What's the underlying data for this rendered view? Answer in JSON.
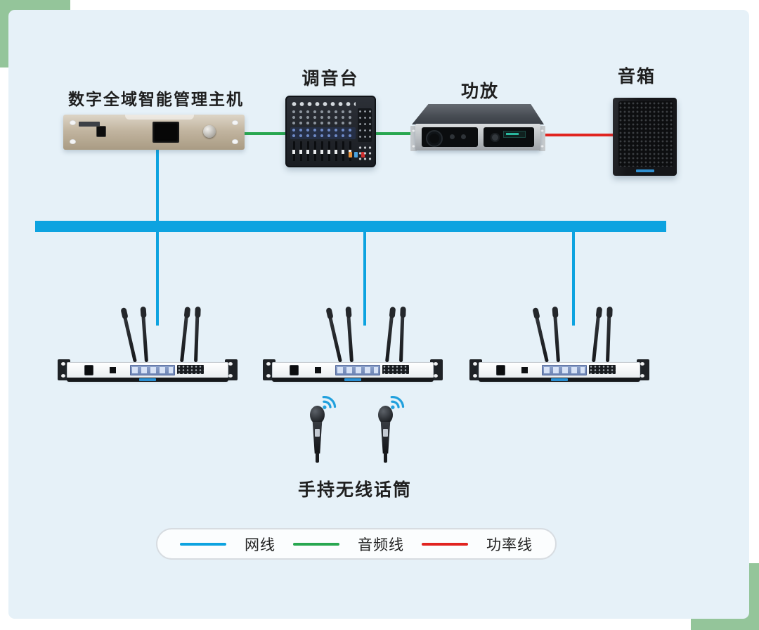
{
  "page": {
    "background": "#ffffff",
    "panel_background": "#e6f1f8",
    "corner_accent_color": "#94c59a"
  },
  "line_colors": {
    "network": "#0da3e0",
    "audio": "#28a750",
    "power": "#e12420"
  },
  "labels": {
    "host": "数字全域智能管理主机",
    "mixer": "调音台",
    "amplifier": "功放",
    "speaker": "音箱",
    "handheld_mics": "手持无线话筒"
  },
  "icons": {
    "mic_signal": "wifi-icon"
  },
  "legend": {
    "items": [
      {
        "label": "网线",
        "color": "#0da3e0"
      },
      {
        "label": "音频线",
        "color": "#28a750"
      },
      {
        "label": "功率线",
        "color": "#e12420"
      }
    ]
  }
}
